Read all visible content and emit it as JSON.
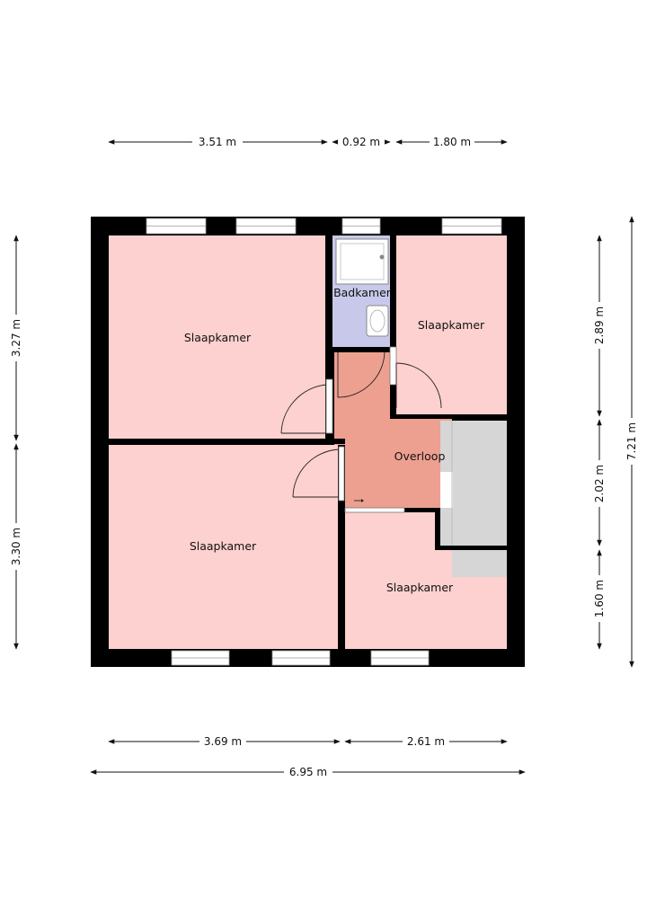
{
  "colors": {
    "wall": "#000000",
    "bedroom": "#fdd1cf",
    "landing": "#eda090",
    "bathroom": "#c8c9ea",
    "stair": "#d6d6d6",
    "window": "#ffffff",
    "dim_line": "#111111"
  },
  "rooms": {
    "bedroom_top_left": "Slaapkamer",
    "bedroom_top_right": "Slaapkamer",
    "bedroom_bottom_left": "Slaapkamer",
    "bedroom_bottom_right": "Slaapkamer",
    "bathroom": "Badkamer",
    "landing": "Overloop"
  },
  "dimensions": {
    "top": [
      "3.51 m",
      "0.92 m",
      "1.80 m"
    ],
    "bottom": [
      "3.69 m",
      "2.61 m"
    ],
    "total_width": "6.95 m",
    "left": [
      "3.27 m",
      "3.30 m"
    ],
    "right": [
      "2.89 m",
      "2.02 m",
      "1.60 m"
    ],
    "total_height": "7.21 m"
  },
  "fixtures": [
    "shower-icon",
    "washbasin-icon",
    "stair-icon"
  ]
}
